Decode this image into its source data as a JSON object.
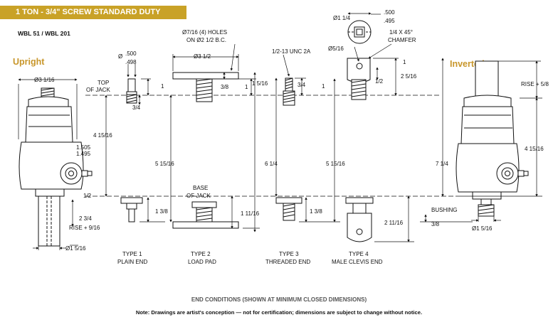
{
  "header": {
    "title": "1 TON - 3/4\" SCREW STANDARD DUTY",
    "model": "WBL 51 / WBL 201",
    "banner_color": "#c9a227"
  },
  "views": {
    "upright": "Upright",
    "inverted": "Inverted",
    "label_color": "#c8962a"
  },
  "upright": {
    "dia_top": "Ø3 1/16",
    "top_of_jack": [
      "TOP",
      "OF JACK"
    ],
    "height": "4 15/16",
    "side_top": "1.505",
    "side_bottom": "1.495",
    "half": "1/2",
    "travel": "2 3/4",
    "rise": "RISE + 9/16",
    "dia_bottom": "Ø1 5/16"
  },
  "type1": {
    "dia": "Ø",
    "dia_top": ".500",
    "dia_bottom": ".498",
    "one": "1",
    "three_quarter": "3/4",
    "height": "5 15/16",
    "bottom": "1 3/8",
    "label": [
      "TYPE 1",
      "PLAIN END"
    ]
  },
  "type2": {
    "holes": [
      "Ø7/16 (4) HOLES",
      "ON Ø2 1/2 B.C."
    ],
    "dia": "Ø3 1/2",
    "three_eighths": "3/8",
    "one": "1",
    "height": "6 1/4",
    "base": [
      "BASE",
      "OF JACK"
    ],
    "bottom": "1 11/16",
    "label": [
      "TYPE 2",
      "LOAD PAD"
    ]
  },
  "type3": {
    "thread": "1/2-13 UNC 2A",
    "side": "1 5/16",
    "three_quarter": "3/4",
    "one": "1",
    "height": "5 15/16",
    "bottom": "1 3/8",
    "label": [
      "TYPE 3",
      "THREADED END"
    ]
  },
  "type4": {
    "dia": "Ø1 1/4",
    "dia_top": ".500",
    "dia_bottom": ".495",
    "chamfer": [
      "1/4 X 45°",
      "CHAMFER"
    ],
    "pin": "Ø5/16",
    "one": "1",
    "half": "1/2",
    "two": "2 5/16",
    "height": "7 1/4",
    "bottom": "2 11/16",
    "label": [
      "TYPE 4",
      "MALE CLEVIS END"
    ]
  },
  "inverted": {
    "rise": "RISE + 5/8",
    "height": "4 15/16",
    "bushing": "BUSHING",
    "three_eighths": "3/8",
    "dia": "Ø1 5/16"
  },
  "footer": {
    "title": "END CONDITIONS (SHOWN AT MINIMUM CLOSED DIMENSIONS)",
    "note": "Note: Drawings are artist's conception — not for certification; dimensions are subject to change without notice."
  }
}
